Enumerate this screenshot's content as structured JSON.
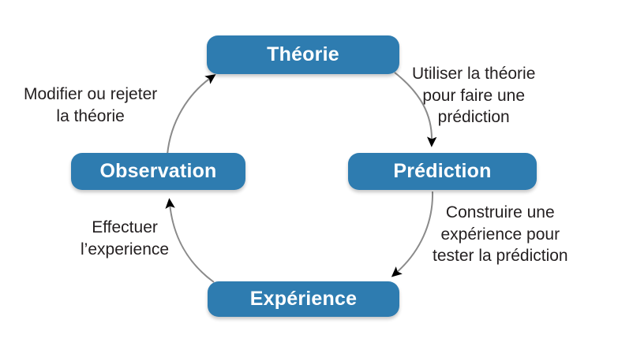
{
  "diagram": {
    "type": "cycle",
    "title_text": "",
    "language": "fr",
    "colors": {
      "node_fill": "#2e7cb0",
      "node_text": "#ffffff",
      "caption_text": "#231f20",
      "arc_stroke": "#8a8a8a",
      "arrow_fill": "#000000",
      "background": "#ffffff"
    },
    "nodes": [
      {
        "id": "theorie",
        "label": "Théorie",
        "position": "top"
      },
      {
        "id": "prediction",
        "label": "Prédiction",
        "position": "right"
      },
      {
        "id": "experience",
        "label": "Expérience",
        "position": "bottom"
      },
      {
        "id": "observation",
        "label": "Observation",
        "position": "left"
      }
    ],
    "edges": [
      {
        "id": "theorie-to-prediction",
        "from": "theorie",
        "to": "prediction",
        "caption_lines": [
          "Utiliser la théorie",
          "pour faire une",
          "prédiction"
        ]
      },
      {
        "id": "prediction-to-experience",
        "from": "prediction",
        "to": "experience",
        "caption_lines": [
          "Construire une",
          "expérience pour",
          "tester la prédiction"
        ]
      },
      {
        "id": "experience-to-observation",
        "from": "experience",
        "to": "observation",
        "caption_lines": [
          "Effectuer",
          "l’experience"
        ]
      },
      {
        "id": "observation-to-theorie",
        "from": "observation",
        "to": "theorie",
        "caption_lines": [
          "Modifier ou rejeter",
          "la théorie"
        ]
      }
    ]
  }
}
